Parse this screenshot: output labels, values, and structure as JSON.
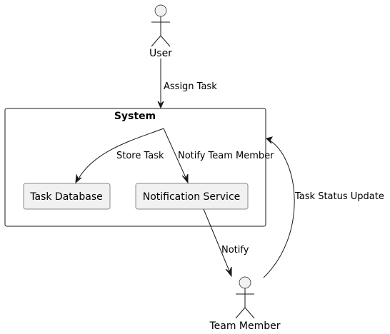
{
  "actors": {
    "user": {
      "label": "User"
    },
    "team_member": {
      "label": "Team Member"
    }
  },
  "container": {
    "title": "System"
  },
  "components": {
    "task_database": {
      "label": "Task Database"
    },
    "notification_service": {
      "label": "Notification Service"
    }
  },
  "edges": {
    "assign_task": {
      "label": "Assign Task"
    },
    "store_task": {
      "label": "Store Task"
    },
    "notify_team_member": {
      "label": "Notify Team Member"
    },
    "notify": {
      "label": "Notify"
    },
    "task_status_update": {
      "label": "Task Status Update"
    }
  },
  "colors": {
    "box_fill": "#f1f1f1",
    "stroke": "#181818",
    "background": "#ffffff"
  }
}
